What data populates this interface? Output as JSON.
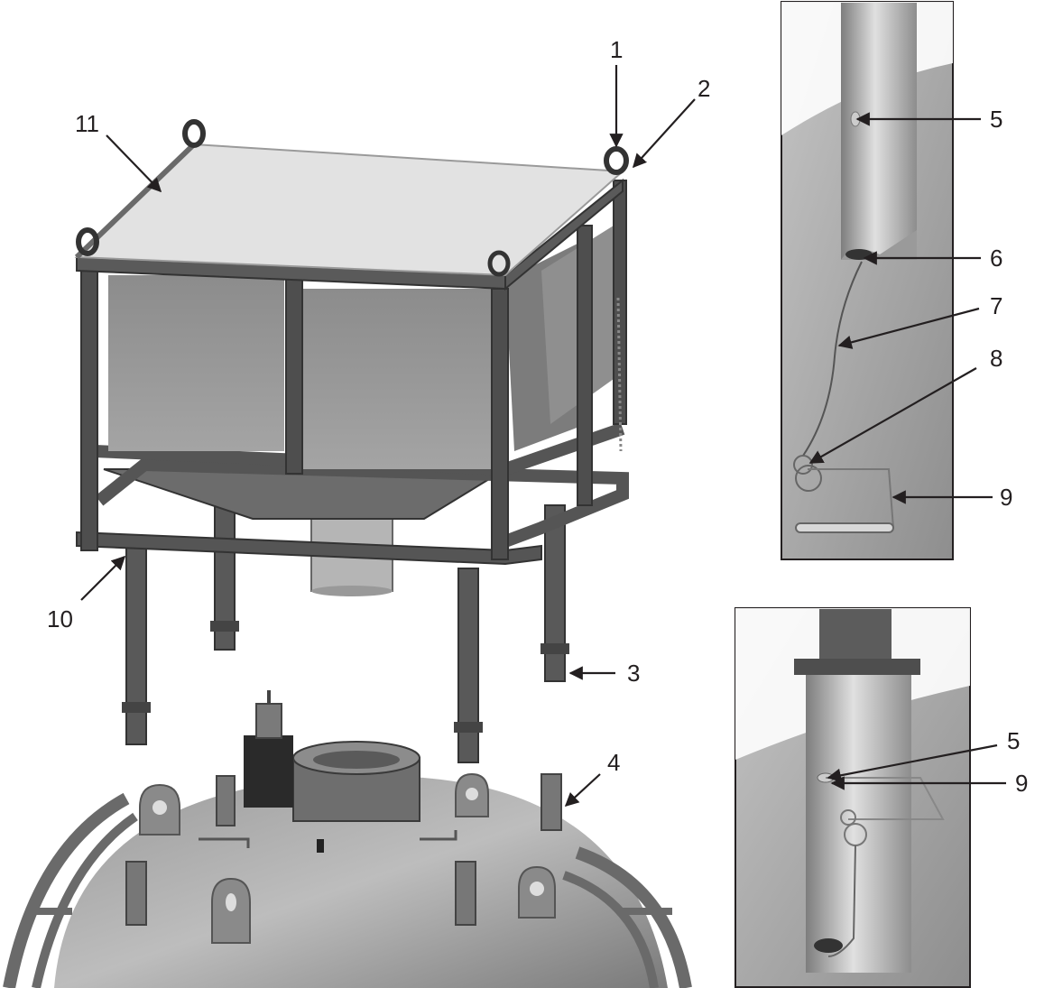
{
  "callouts": {
    "c1": "1",
    "c2": "2",
    "c3": "3",
    "c4": "4",
    "c5_upper": "5",
    "c6": "6",
    "c7": "7",
    "c8": "8",
    "c9_upper": "9",
    "c10": "10",
    "c11": "11",
    "c5_lower": "5",
    "c9_lower": "9"
  },
  "colors": {
    "frame_dark": "#4a4a4a",
    "panel_gray": "#8a8a8a",
    "lid_light": "#e2e2e2",
    "background_gray": "#9c9c9c",
    "text": "#231f20"
  }
}
